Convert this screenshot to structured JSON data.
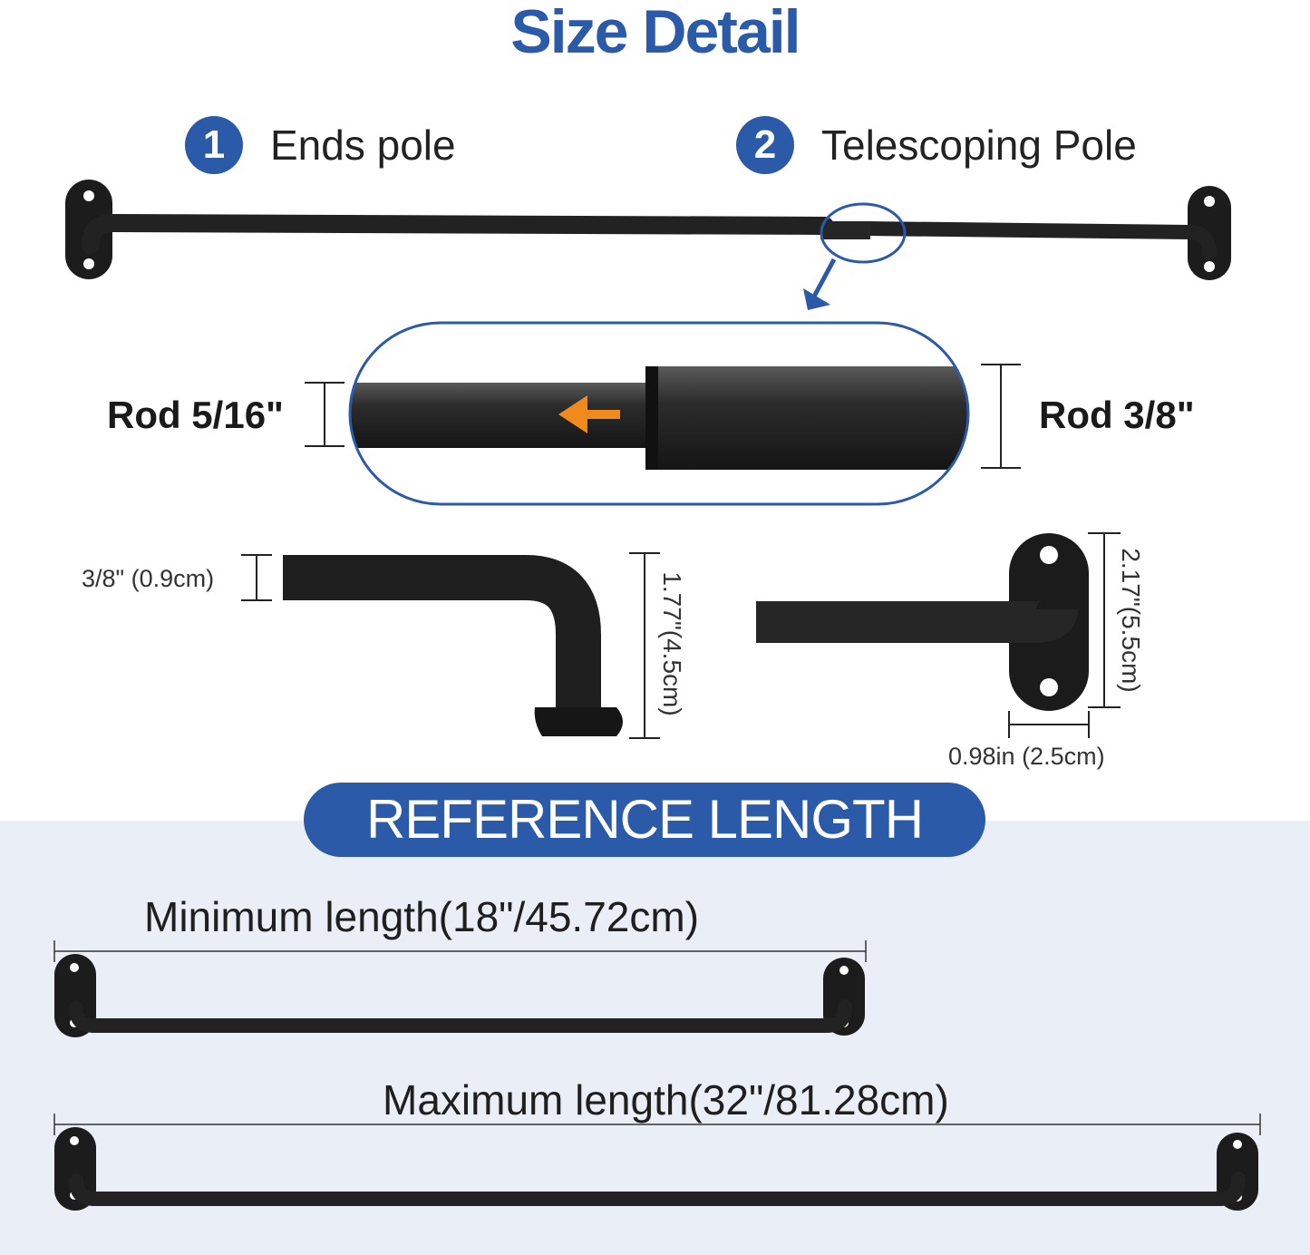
{
  "title": "Size Detail",
  "parts": [
    {
      "number": "1",
      "label": "Ends pole"
    },
    {
      "number": "2",
      "label": "Telescoping Pole"
    }
  ],
  "rods": {
    "left": "Rod 5/16\"",
    "right": "Rod 3/8\""
  },
  "dimensions": {
    "rod_diameter": "3/8\" (0.9cm)",
    "elbow_height": "1.77\"(4.5cm)",
    "bracket_height": "2.17\"(5.5cm)",
    "bracket_width": "0.98in (2.5cm)"
  },
  "reference": {
    "heading": "REFERENCE LENGTH",
    "minimum": "Minimum length(18\"/45.72cm)",
    "maximum": "Maximum length(32\"/81.28cm)"
  },
  "colors": {
    "accent": "#2b5aa8",
    "rod": "#2a2a2a",
    "arrow": "#f08a1c",
    "lower_background": "#e9eef7"
  }
}
